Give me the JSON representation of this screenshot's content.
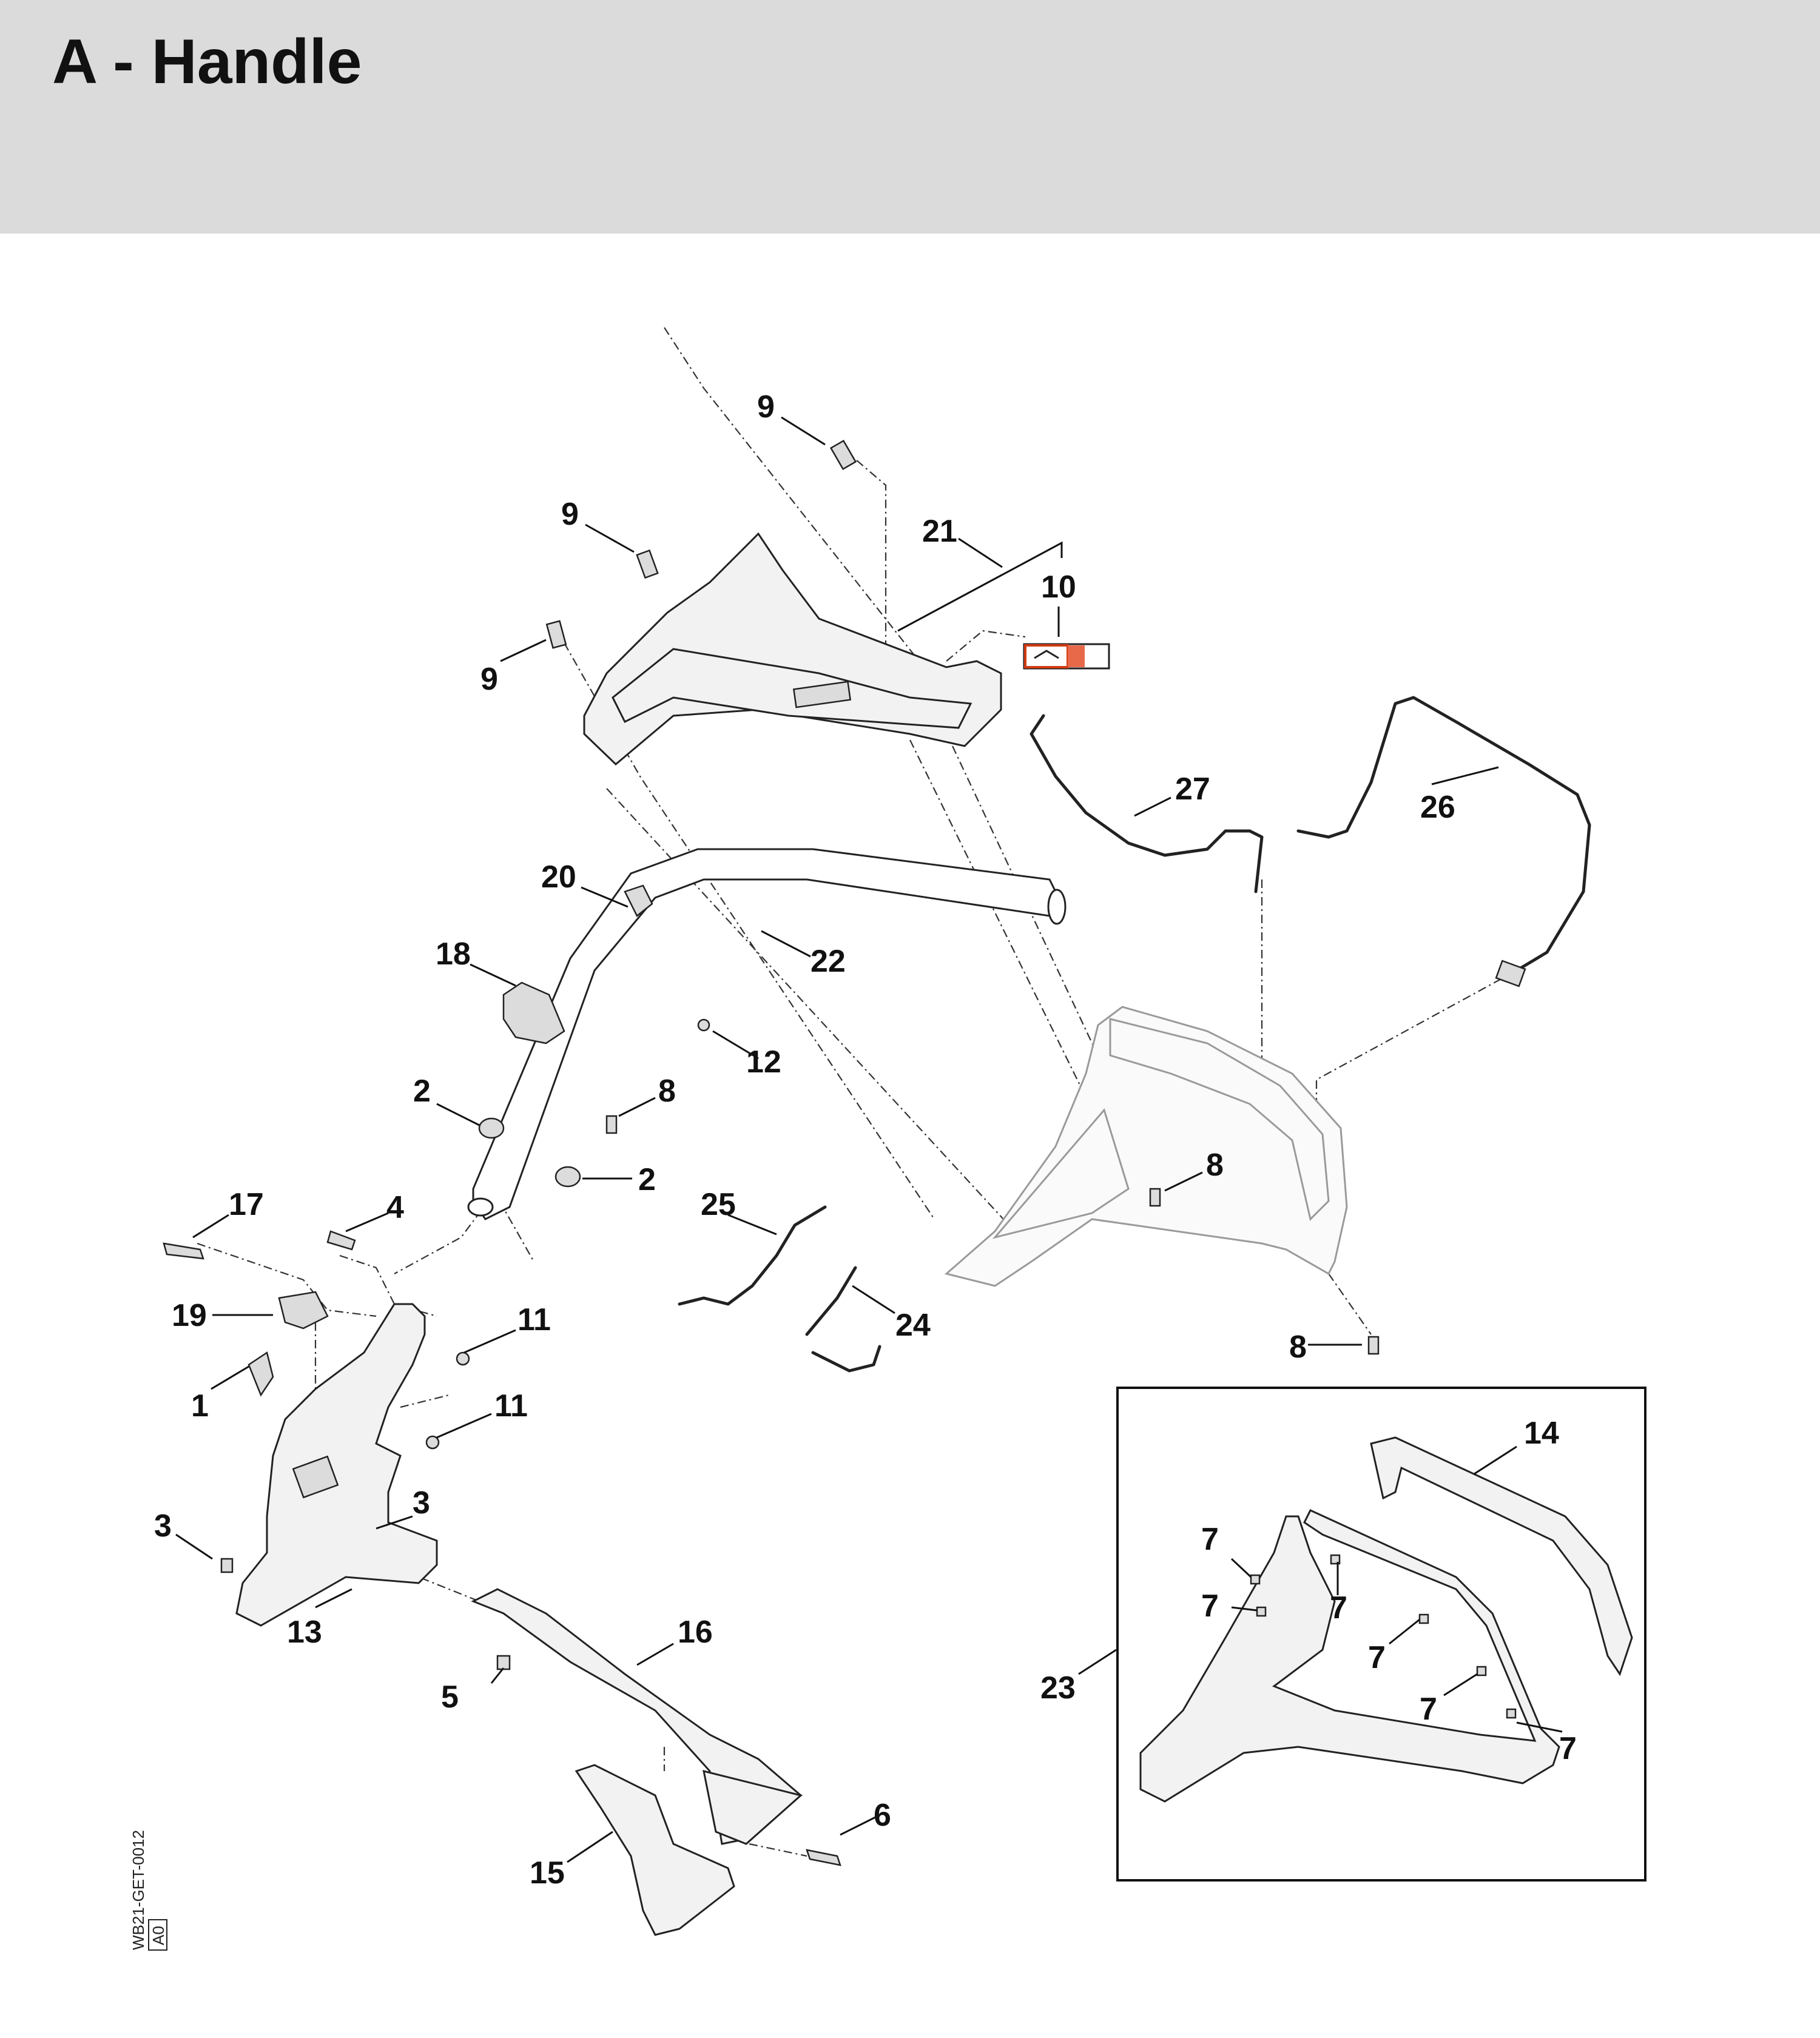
{
  "header": {
    "title": "A - Handle"
  },
  "diagram": {
    "drawing_code": "WB21-GET-0012",
    "revision": "A0",
    "callouts": [
      "1",
      "2",
      "3",
      "4",
      "5",
      "6",
      "7",
      "8",
      "9",
      "10",
      "11",
      "12",
      "13",
      "14",
      "15",
      "16",
      "17",
      "18",
      "19",
      "20",
      "21",
      "22",
      "23",
      "24",
      "25",
      "26",
      "27"
    ]
  }
}
